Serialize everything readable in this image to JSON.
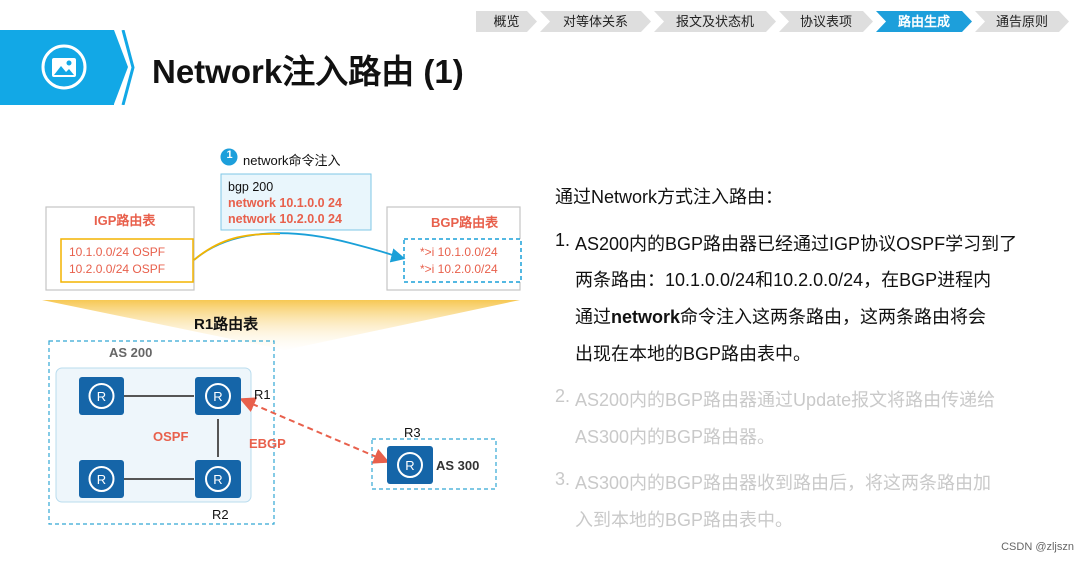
{
  "nav": {
    "items": [
      "概览",
      "对等体关系",
      "报文及状态机",
      "协议表项",
      "路由生成",
      "通告原则"
    ],
    "active_index": 4
  },
  "header": {
    "title": "Network注入路由 (1)",
    "icon": "photo-icon",
    "accent": "#12a8e6"
  },
  "diagram": {
    "step_number": "1",
    "step_label": "network命令注入",
    "command_lines": [
      "bgp 200",
      "network 10.1.0.0 24",
      "network 10.2.0.0 24"
    ],
    "igp_table": {
      "title": "IGP路由表",
      "routes": [
        "10.1.0.0/24  OSPF",
        "10.2.0.0/24  OSPF"
      ]
    },
    "bgp_table": {
      "title": "BGP路由表",
      "routes": [
        "*>i  10.1.0.0/24",
        "*>i  10.2.0.0/24"
      ]
    },
    "r1_table_label": "R1路由表",
    "as200_label": "AS 200",
    "ospf_label": "OSPF",
    "ebgp_label": "EBGP",
    "r1_label": "R1",
    "r2_label": "R2",
    "r3_label": "R3",
    "as300_label": "AS 300"
  },
  "content": {
    "intro": "通过Network方式注入路由：",
    "item1": {
      "num": "1.",
      "l1": "AS200内的BGP路由器已经通过IGP协议OSPF学习到了",
      "l2": "两条路由：10.1.0.0/24和10.2.0.0/24，在BGP进程内",
      "l3a": "通过",
      "l3b": "network",
      "l3c": "命令注入这两条路由，这两条路由将会",
      "l4": "出现在本地的BGP路由表中。"
    },
    "item2": {
      "num": "2.",
      "l1": "AS200内的BGP路由器通过Update报文将路由传递给",
      "l2": "AS300内的BGP路由器。"
    },
    "item3": {
      "num": "3.",
      "l1": "AS300内的BGP路由器收到路由后，将这两条路由加",
      "l2": "入到本地的BGP路由表中。"
    }
  },
  "footer": {
    "watermark": "CSDN @zljszn"
  }
}
